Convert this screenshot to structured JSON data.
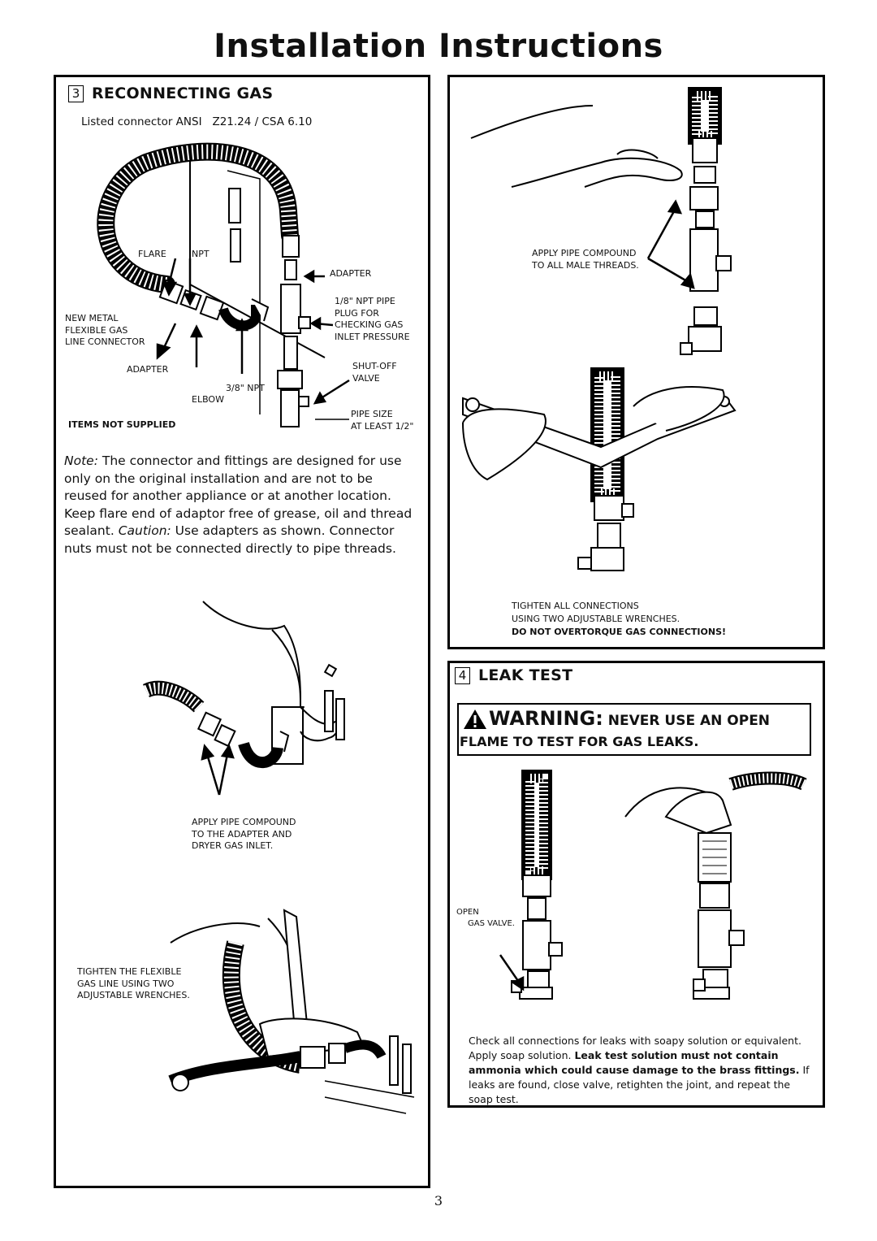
{
  "page_title": "Installation Instructions",
  "section3": {
    "number": "3",
    "heading": "RECONNECTING GAS",
    "connector_note": "Listed connector ANSI   Z21.24 / CSA 6.10",
    "diagram_labels": {
      "flare": "FLARE",
      "npt": "NPT",
      "adapter_top": "ADAPTER",
      "npt_pipe_plug_1": "1/8\" NPT PIPE",
      "npt_pipe_plug_2": "PLUG FOR",
      "npt_pipe_plug_3": "CHECKING GAS",
      "npt_pipe_plug_4": "INLET PRESSURE",
      "new_metal_1": "NEW METAL",
      "new_metal_2": "FLEXIBLE GAS",
      "new_metal_3": "LINE CONNECTOR",
      "adapter_left": "ADAPTER",
      "shutoff_1": "SHUT-OFF",
      "shutoff_2": "VALVE",
      "npt38": "3/8\" NPT",
      "elbow": "ELBOW",
      "pipe_size_1": "PIPE  SIZE",
      "pipe_size_2": "AT LEAST 1/2\"",
      "items_not_supplied": "ITEMS NOT SUPPLIED"
    },
    "note_label": "Note:",
    "note_text": " The connector and fittings are designed for use only on the original installation and are not to be reused for another appliance or at another location. Keep flare end of adaptor free of grease, oil and thread sealant.",
    "caution_label": "Caution:",
    "caution_text": " Use adapters as shown. Connector nuts must not be connected directly to pipe threads.",
    "compound_1": "APPLY PIPE COMPOUND",
    "compound_2": "TO THE ADAPTER AND",
    "compound_3": "DRYER GAS INLET.",
    "tighten_1": "TIGHTEN THE FLEXIBLE",
    "tighten_2": "GAS LINE USING TWO",
    "tighten_3": "ADJUSTABLE WRENCHES."
  },
  "right_top": {
    "compound_1": "APPLY PIPE COMPOUND",
    "compound_2": "TO ALL MALE THREADS.",
    "tighten_1": "TIGHTEN ALL CONNECTIONS",
    "tighten_2": "USING TWO ADJUSTABLE WRENCHES.",
    "overtorque": "DO NOT OVERTORQUE GAS CONNECTIONS!"
  },
  "section4": {
    "number": "4",
    "heading": "LEAK TEST",
    "warning_word": "WARNING:",
    "warning_rest": " NEVER USE AN OPEN",
    "warning_line2": "FLAME TO TEST FOR GAS LEAKS.",
    "open_1": "OPEN",
    "open_2": "GAS VALVE.",
    "leak_text_1": "Check all connections for leaks with soapy solution or equivalent. Apply soap solution. ",
    "leak_bold": "Leak test solution must not contain ammonia which could cause damage to the brass fittings.",
    "leak_text_2": " If leaks are found, close valve, retighten the joint, and repeat the soap test."
  },
  "page_number": "3"
}
